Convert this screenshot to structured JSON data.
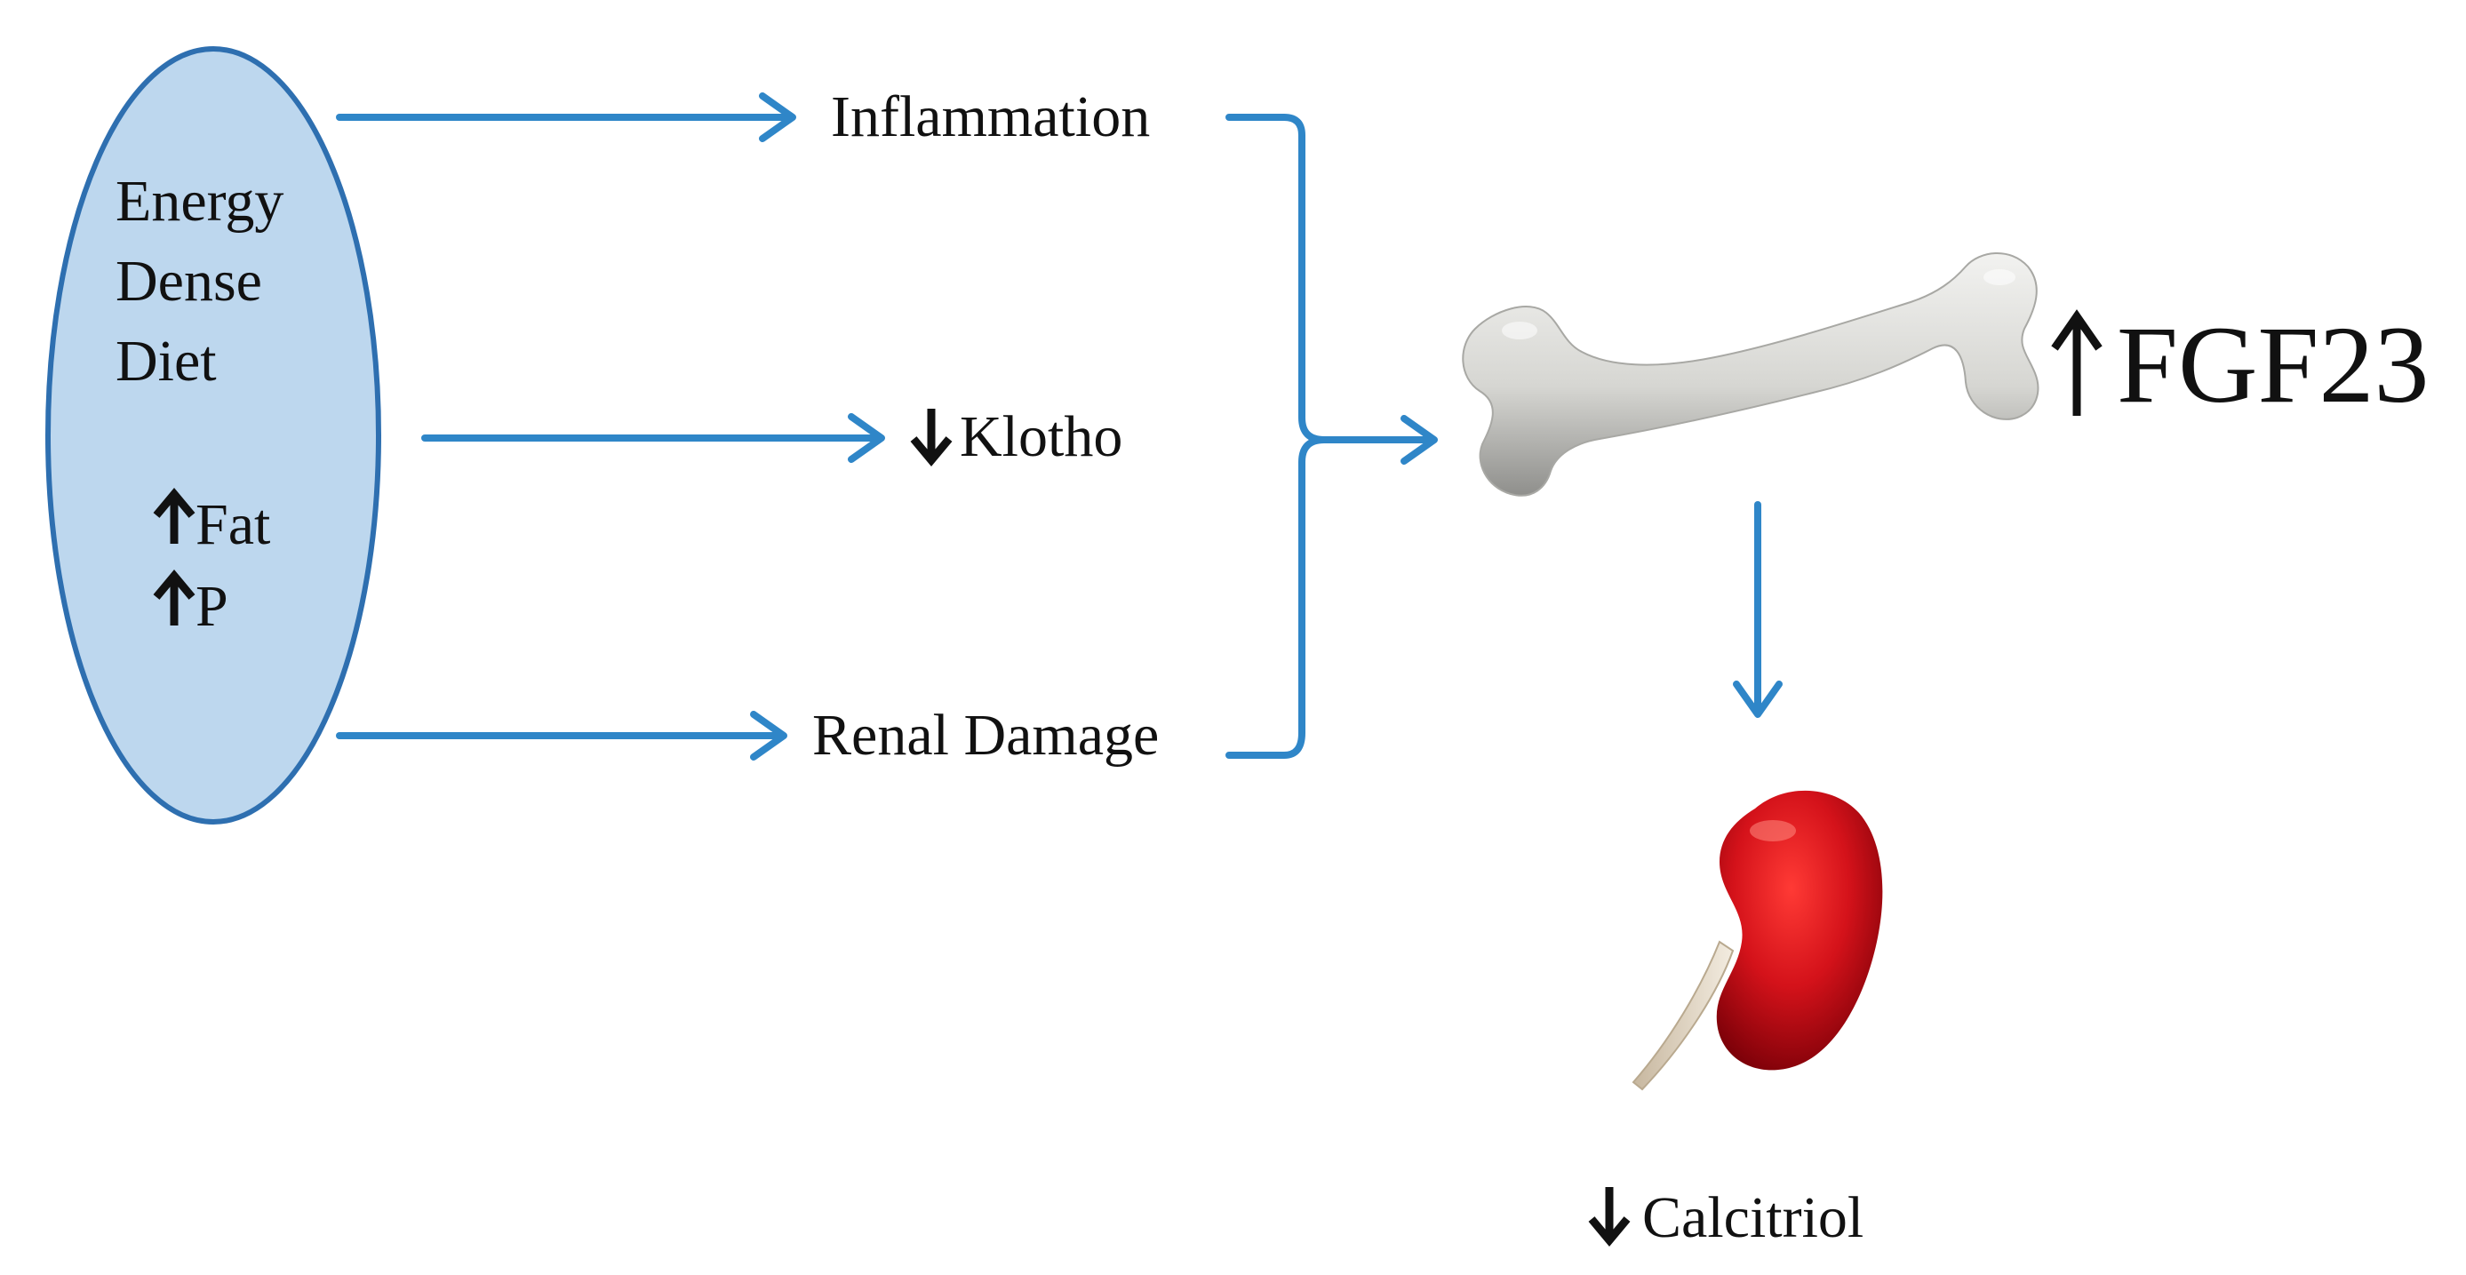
{
  "diet": {
    "lines": [
      "Energy",
      "Dense",
      "Diet"
    ],
    "items": [
      {
        "arrow": "up",
        "label": "Fat"
      },
      {
        "arrow": "up",
        "label": "P"
      }
    ]
  },
  "effects": {
    "inflammation": {
      "label": "Inflammation"
    },
    "klotho": {
      "arrow": "down",
      "label": "Klotho"
    },
    "renal": {
      "label": "Renal Damage"
    }
  },
  "bone": {
    "arrow": "up",
    "label": "FGF23",
    "icon": "bone-icon"
  },
  "kidney": {
    "arrow": "down",
    "label": "Calcitriol",
    "icon": "kidney-icon"
  },
  "colors": {
    "arrow": "#2f86c8",
    "ellipse_fill": "#bdd7ee",
    "ellipse_stroke": "#2e6fb0",
    "bone": "#d9d9d6",
    "kidney": "#c8141c",
    "text": "#111111"
  }
}
